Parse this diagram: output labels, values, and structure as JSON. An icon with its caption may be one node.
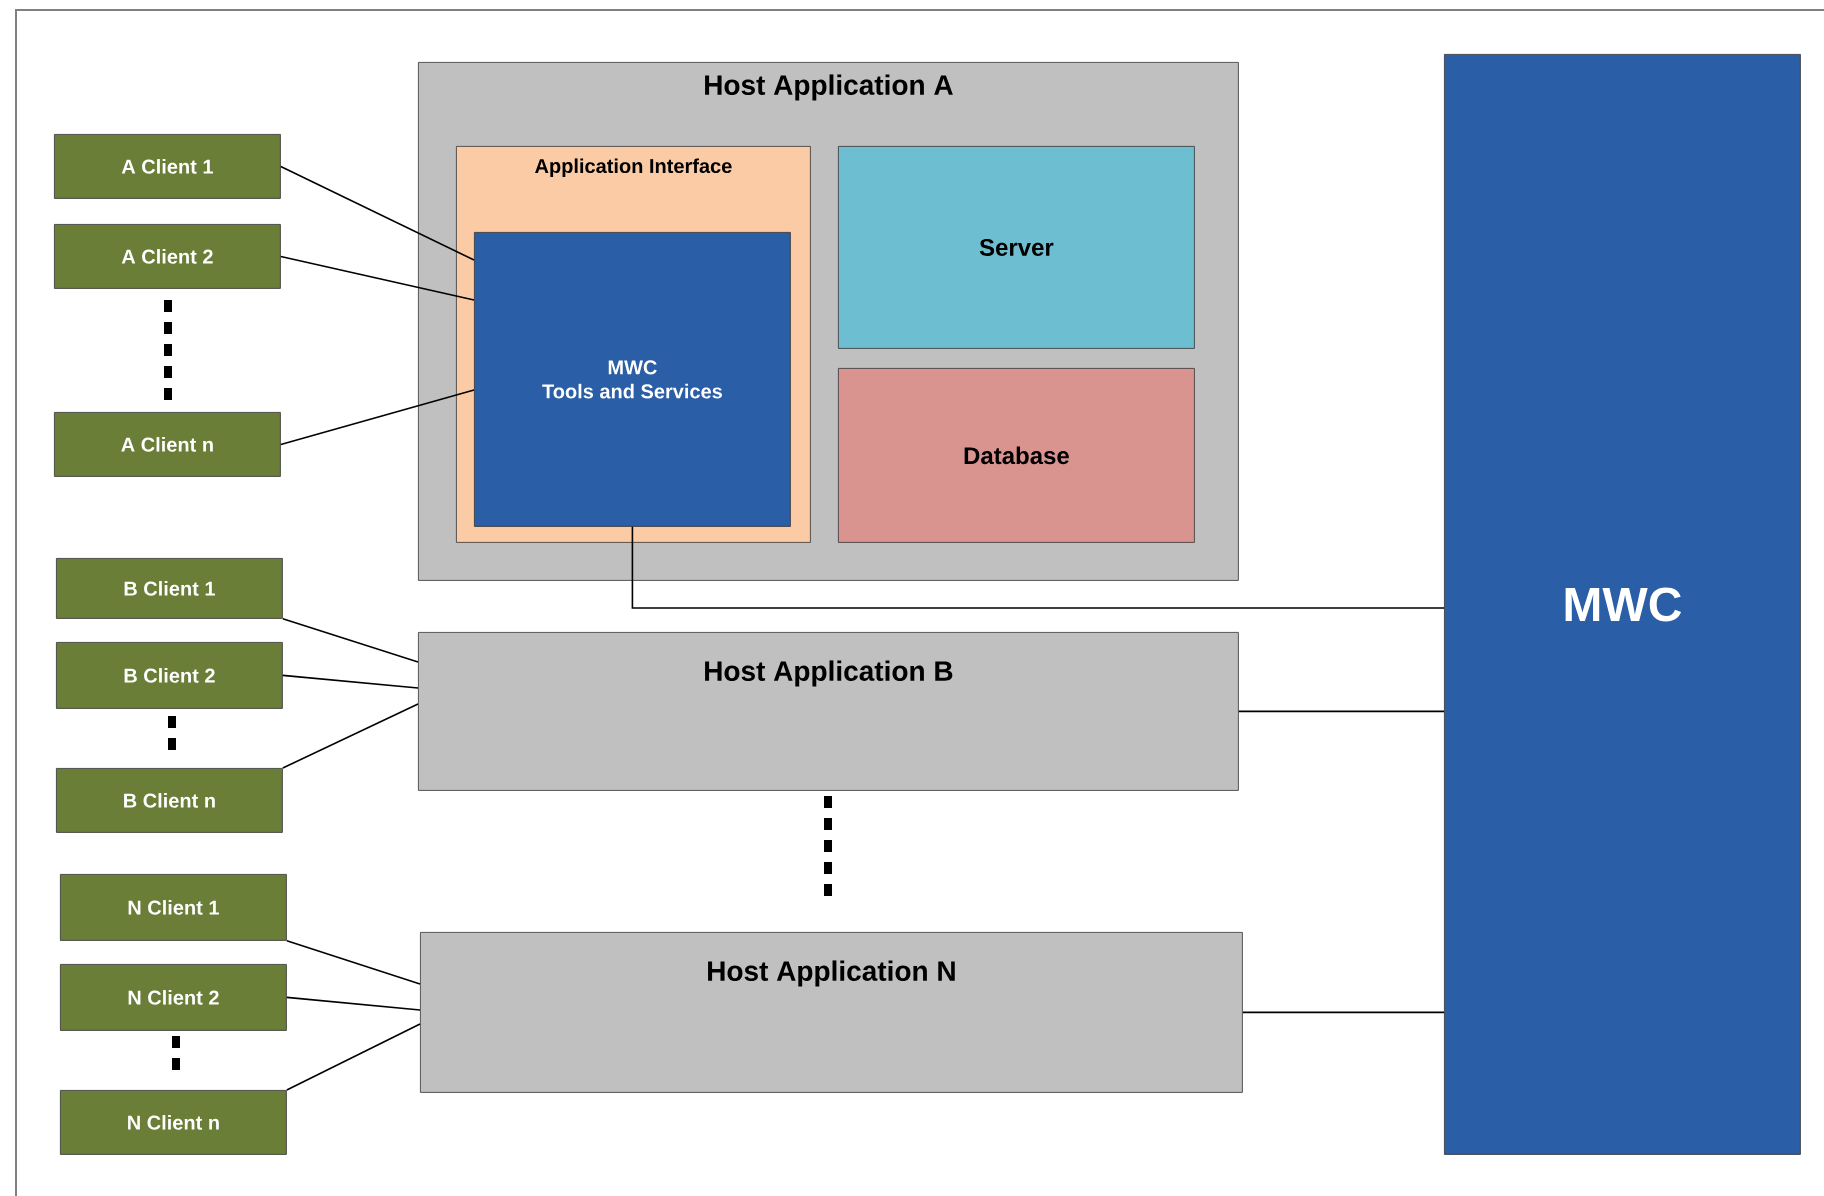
{
  "diagram": {
    "nodes": [
      {
        "text": [
          "Host Application A"
        ]
      },
      {
        "text": [
          "Application Interface"
        ],
        "in": 0
      },
      {
        "text": [
          "MWC",
          "Tools and Services"
        ],
        "in": 1
      },
      {
        "text": [
          "Server"
        ],
        "in": 0
      },
      {
        "text": [
          "Database"
        ],
        "in": 0
      },
      {
        "text": [
          "MWC"
        ]
      },
      {
        "text": [
          "Host Application B"
        ]
      },
      {
        "text": [
          "Host Application N"
        ]
      },
      {
        "text": [
          "A Client  1"
        ]
      },
      {
        "text": [
          "A Client  2"
        ]
      },
      {
        "text": [
          "A Client  n"
        ]
      },
      {
        "text": [
          "B Client  1"
        ]
      },
      {
        "text": [
          "B Client  2"
        ]
      },
      {
        "text": [
          "B Client  n"
        ]
      },
      {
        "text": [
          "N Client  1"
        ]
      },
      {
        "text": [
          "N Client  2"
        ]
      },
      {
        "text": [
          "N Client  n"
        ]
      }
    ],
    "edges": [
      {
        "from": 8,
        "to": 2,
        "arrow": "none"
      },
      {
        "from": 9,
        "to": 2,
        "arrow": "none"
      },
      {
        "from": 10,
        "to": 2,
        "arrow": "none"
      },
      {
        "from": 11,
        "to": 6,
        "arrow": "none"
      },
      {
        "from": 12,
        "to": 6,
        "arrow": "none"
      },
      {
        "from": 13,
        "to": 6,
        "arrow": "none"
      },
      {
        "from": 14,
        "to": 7,
        "arrow": "none"
      },
      {
        "from": 15,
        "to": 7,
        "arrow": "none"
      },
      {
        "from": 16,
        "to": 7,
        "arrow": "none"
      },
      {
        "from": 2,
        "to": 5,
        "arrow": "none"
      },
      {
        "from": 6,
        "to": 5,
        "arrow": "none"
      },
      {
        "from": 7,
        "to": 5,
        "arrow": "none"
      }
    ]
  }
}
